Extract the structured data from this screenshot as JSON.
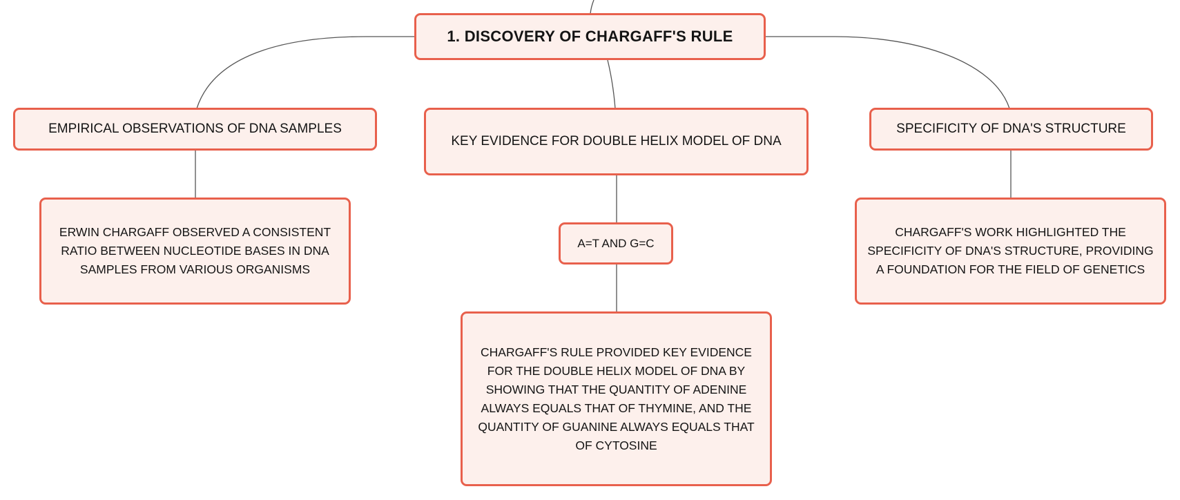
{
  "diagram": {
    "root": {
      "label": "1. DISCOVERY OF CHARGAFF'S RULE"
    },
    "branches": {
      "left": {
        "label": "EMPIRICAL OBSERVATIONS OF DNA SAMPLES",
        "detail": "ERWIN CHARGAFF OBSERVED A CONSISTENT RATIO BETWEEN NUCLEOTIDE BASES IN DNA SAMPLES FROM VARIOUS ORGANISMS"
      },
      "center": {
        "label": "KEY EVIDENCE FOR DOUBLE HELIX MODEL OF DNA",
        "sub": "A=T AND G=C",
        "detail": "CHARGAFF'S RULE PROVIDED KEY EVIDENCE FOR THE DOUBLE HELIX MODEL OF DNA BY SHOWING THAT THE QUANTITY OF ADENINE ALWAYS EQUALS THAT OF THYMINE, AND THE QUANTITY OF GUANINE ALWAYS EQUALS THAT OF CYTOSINE"
      },
      "right": {
        "label": "SPECIFICITY OF DNA'S STRUCTURE",
        "detail": "CHARGAFF'S WORK HIGHLIGHTED THE SPECIFICITY OF DNA'S STRUCTURE, PROVIDING A FOUNDATION FOR THE FIELD OF GENETICS"
      }
    },
    "colors": {
      "node_border": "#e8604c",
      "node_fill": "#fdf0ec",
      "connector": "#555555",
      "text": "#141414"
    }
  }
}
